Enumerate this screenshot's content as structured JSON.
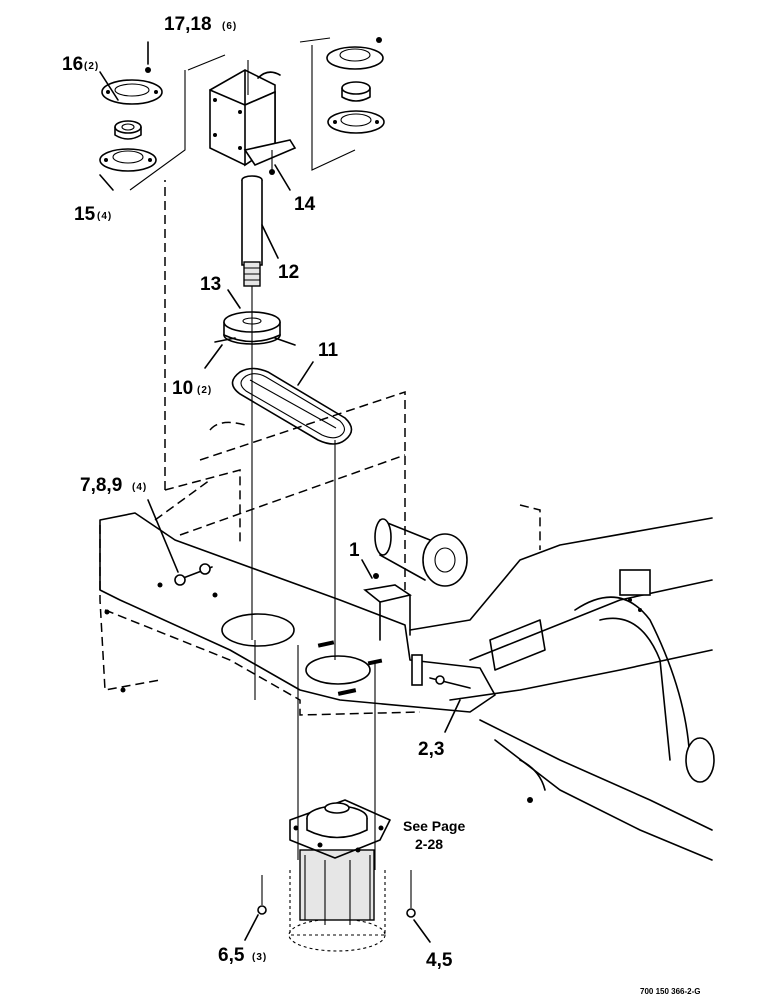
{
  "callouts": {
    "c1": "1",
    "c23": "2,3",
    "c45": "4,5",
    "c65": "6,5",
    "c65_qty": "(3)",
    "c789": "7,8,9",
    "c789_qty": "(4)",
    "c10": "10",
    "c10_qty": "(2)",
    "c11": "11",
    "c12": "12",
    "c13": "13",
    "c14": "14",
    "c15": "15",
    "c15_qty": "(4)",
    "c16": "16",
    "c16_qty": "(2)",
    "c1718": "17,18",
    "c1718_qty": "(6)"
  },
  "note": {
    "line1": "See Page",
    "line2": "2-28"
  },
  "figure_number": "700 150 366-2-G"
}
